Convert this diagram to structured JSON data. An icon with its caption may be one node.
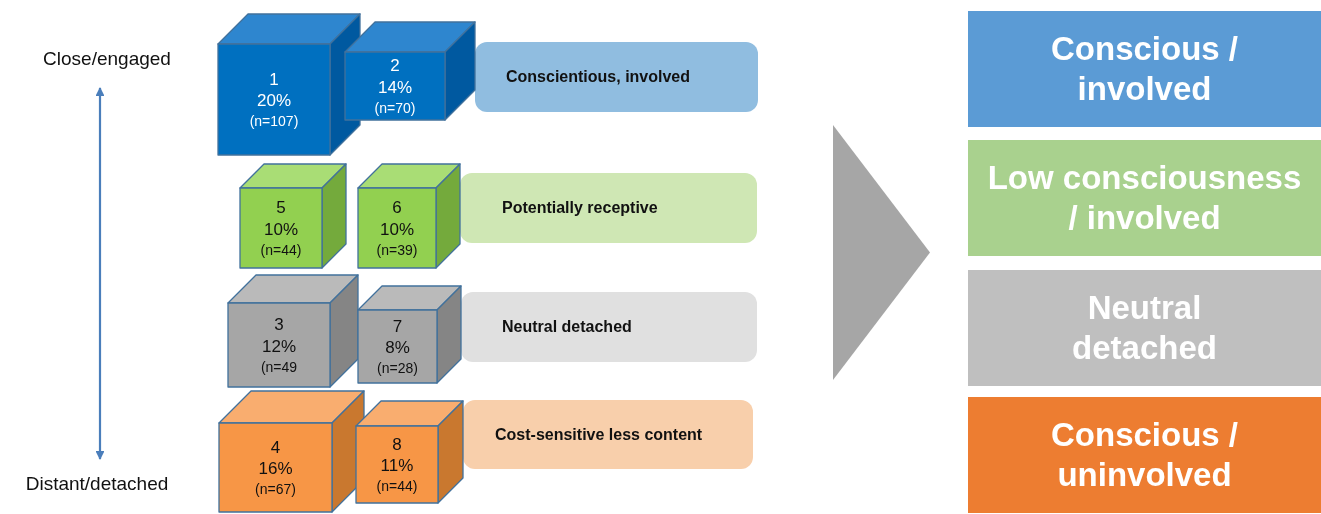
{
  "diagram": {
    "nodes": [
      {
        "text": [
          "Close/engaged"
        ]
      },
      {
        "text": [
          "1",
          "20%",
          "(n=107)"
        ]
      },
      {
        "text": [
          "2",
          "14%",
          "(n=70)"
        ]
      },
      {
        "text": [
          "Conscientious, involved"
        ]
      },
      {
        "text": [
          "5",
          "10%",
          "(n=44)"
        ]
      },
      {
        "text": [
          "6",
          "10%",
          "(n=39)"
        ]
      },
      {
        "text": [
          "Potentially receptive"
        ]
      },
      {
        "text": [
          "3",
          "12%",
          "(n=49"
        ]
      },
      {
        "text": [
          "7",
          "8%",
          "(n=28)"
        ]
      },
      {
        "text": [
          "Neutral detached"
        ]
      },
      {
        "text": [
          "4",
          "16%",
          "(n=67)"
        ]
      },
      {
        "text": [
          "8",
          "11%",
          "(n=44)"
        ]
      },
      {
        "text": [
          "Cost-sensitive less content"
        ]
      },
      {
        "text": [
          "Distant/detached"
        ]
      },
      {
        "text": [],
        "shape": "triangle"
      },
      {
        "text": [
          "Conscious / involved"
        ]
      },
      {
        "text": [
          "Low consciousness / involved"
        ]
      },
      {
        "text": [
          "Neutral detached"
        ]
      },
      {
        "text": [
          "Conscious / uninvolved"
        ]
      }
    ],
    "edges": [
      {
        "from": 0,
        "to": 13,
        "arrow": "both"
      }
    ]
  }
}
